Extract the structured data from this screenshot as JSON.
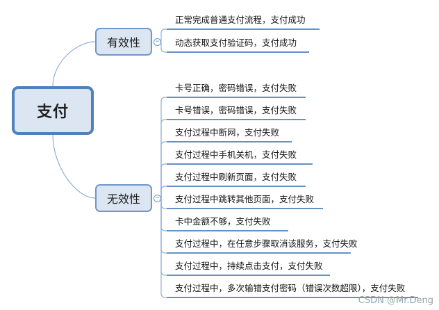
{
  "root": {
    "label": "支付"
  },
  "branches": [
    {
      "label": "有效性",
      "leaves": [
        "正常完成普通支付流程，支付成功",
        "动态获取支付验证码，支付成功"
      ]
    },
    {
      "label": "无效性",
      "leaves": [
        "卡号正确，密码错误，支付失败",
        "卡号错误，密码错误，支付失败",
        "支付过程中断网，支付失败",
        "支付过程中手机关机，支付失败",
        "支付过程中刷新页面，支付失败",
        "支付过程中跳转其他页面，支付失败",
        "卡中金额不够，支付失败",
        "支付过程中，在任意步骤取消该服务，支付失败",
        "支付过程中，持续点击支付，支付失败",
        "支付过程中，多次输错支付密码（错误次数超限），支付失败"
      ]
    }
  ],
  "watermark": "CSDN @Mr.Deng",
  "colors": {
    "node_fill": "#dce6f2",
    "root_border": "#4f81bd",
    "branch_border": "#6f98c8",
    "connector": "#8eb1d9",
    "leaf_underline": "#4f81bd"
  },
  "icons": {
    "collapse": "minus-circle-icon"
  }
}
